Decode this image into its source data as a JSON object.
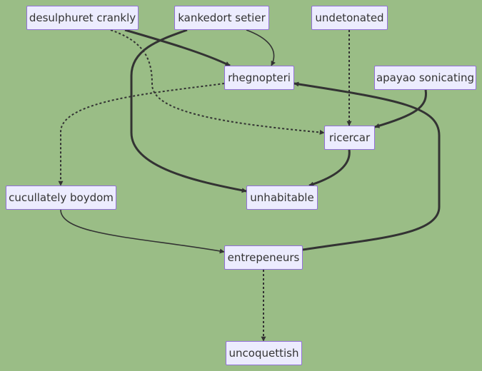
{
  "colors": {
    "background": "#9abd86",
    "node_fill": "#ececfe",
    "node_border": "#9370db",
    "edge": "#333333",
    "text": "#333333"
  },
  "nodes": [
    {
      "id": "desulphuret",
      "label": "desulphuret crankly"
    },
    {
      "id": "kankedort",
      "label": "kankedort setier"
    },
    {
      "id": "undetonated",
      "label": "undetonated"
    },
    {
      "id": "rhegnopteri",
      "label": "rhegnopteri"
    },
    {
      "id": "apayao",
      "label": "apayao sonicating"
    },
    {
      "id": "ricercar",
      "label": "ricercar"
    },
    {
      "id": "cucullately",
      "label": "cucullately boydom"
    },
    {
      "id": "unhabitable",
      "label": "unhabitable"
    },
    {
      "id": "entrepeneurs",
      "label": "entrepeneurs"
    },
    {
      "id": "uncoquettish",
      "label": "uncoquettish"
    }
  ],
  "edges": [
    {
      "from": "desulphuret",
      "to": "rhegnopteri",
      "style": "thick"
    },
    {
      "from": "desulphuret",
      "to": "ricercar",
      "style": "dotted"
    },
    {
      "from": "kankedort",
      "to": "rhegnopteri",
      "style": "normal"
    },
    {
      "from": "kankedort",
      "to": "unhabitable",
      "style": "thick"
    },
    {
      "from": "undetonated",
      "to": "ricercar",
      "style": "dotted"
    },
    {
      "from": "apayao",
      "to": "ricercar",
      "style": "thick"
    },
    {
      "from": "rhegnopteri",
      "to": "cucullately",
      "style": "dotted"
    },
    {
      "from": "ricercar",
      "to": "unhabitable",
      "style": "thick"
    },
    {
      "from": "cucullately",
      "to": "entrepeneurs",
      "style": "normal"
    },
    {
      "from": "entrepeneurs",
      "to": "rhegnopteri",
      "style": "thick"
    },
    {
      "from": "entrepeneurs",
      "to": "uncoquettish",
      "style": "dotted"
    }
  ]
}
